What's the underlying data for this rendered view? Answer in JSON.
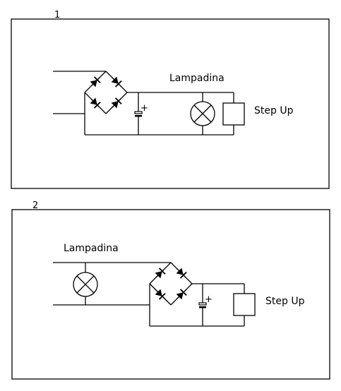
{
  "panels": [
    {
      "number": "1",
      "lamp_label": "Lampadina",
      "converter_label": "Step Up"
    },
    {
      "number": "2",
      "lamp_label": "Lampadina",
      "converter_label": "Step Up"
    }
  ],
  "capacitor_polarity": "+"
}
